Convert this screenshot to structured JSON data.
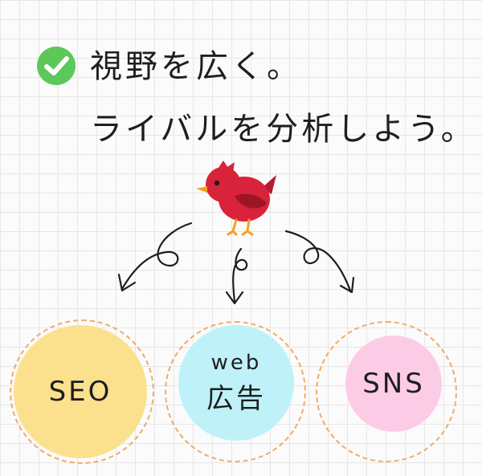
{
  "heading": {
    "line1": "視野を広く。",
    "line2": "ライバルを分析しよう。"
  },
  "icons": {
    "check": "check-circle-icon",
    "mascot": "bird-icon"
  },
  "topics": {
    "seo": {
      "label": "SEO"
    },
    "web_ad": {
      "label_top": "web",
      "label_bottom": "広告"
    },
    "sns": {
      "label": "SNS"
    }
  },
  "colors": {
    "check_green": "#5cc85a",
    "bird_red": "#d8233a",
    "seo": "#fbe18d",
    "web_ad": "#bff2f8",
    "sns": "#fccce7",
    "dashed_outline": "#f2ab6a"
  }
}
